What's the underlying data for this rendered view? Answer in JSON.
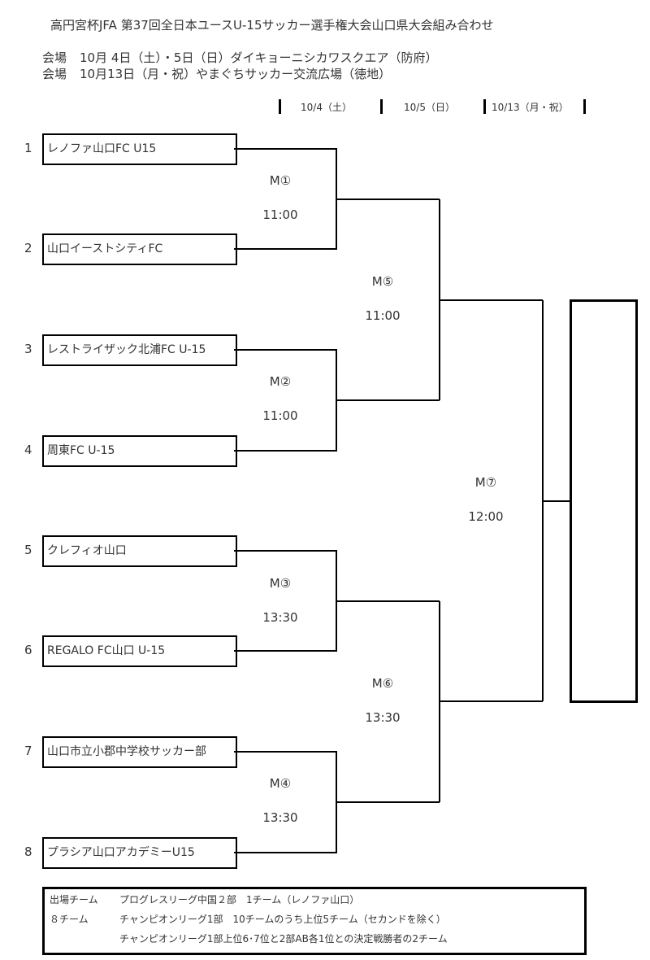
{
  "title": "高円宮杯JFA 第37回全日本ユースU-15サッカー選手権大会山口県大会組み合わせ",
  "venues": [
    {
      "label": "会場",
      "text": "10月 4日（土）・5日（日）ダイキョーニシカワスクエア（防府）"
    },
    {
      "label": "会場",
      "text": "10月13日（月・祝）やまぐちサッカー交流広場（徳地）"
    }
  ],
  "days": [
    "10/4（土）",
    "10/5（日）",
    "10/13（月・祝）"
  ],
  "teams": [
    {
      "seed": "1",
      "name": "レノファ山口FC U15"
    },
    {
      "seed": "2",
      "name": "山口イーストシティFC"
    },
    {
      "seed": "3",
      "name": "レストライザック北浦FC U-15"
    },
    {
      "seed": "4",
      "name": "周東FC U-15"
    },
    {
      "seed": "5",
      "name": "クレフィオ山口"
    },
    {
      "seed": "6",
      "name": "REGALO FC山口 U-15"
    },
    {
      "seed": "7",
      "name": "山口市立小郡中学校サッカー部"
    },
    {
      "seed": "8",
      "name": "プラシア山口アカデミーU15"
    }
  ],
  "matches": [
    {
      "id": "M①",
      "time": "11:00"
    },
    {
      "id": "M②",
      "time": "11:00"
    },
    {
      "id": "M③",
      "time": "13:30"
    },
    {
      "id": "M④",
      "time": "13:30"
    },
    {
      "id": "M⑤",
      "time": "11:00"
    },
    {
      "id": "M⑥",
      "time": "13:30"
    },
    {
      "id": "M⑦",
      "time": "12:00"
    }
  ],
  "notes": [
    {
      "key": "出場チーム",
      "text": "プログレスリーグ中国２部　1チーム（レノファ山口）"
    },
    {
      "key": "８チーム",
      "text": "チャンピオンリーグ1部　10チームのうち上位5チーム（セカンドを除く）"
    },
    {
      "key": "",
      "text": "チャンピオンリーグ1部上位6･7位と2部AB各1位との決定戦勝者の2チーム"
    }
  ]
}
